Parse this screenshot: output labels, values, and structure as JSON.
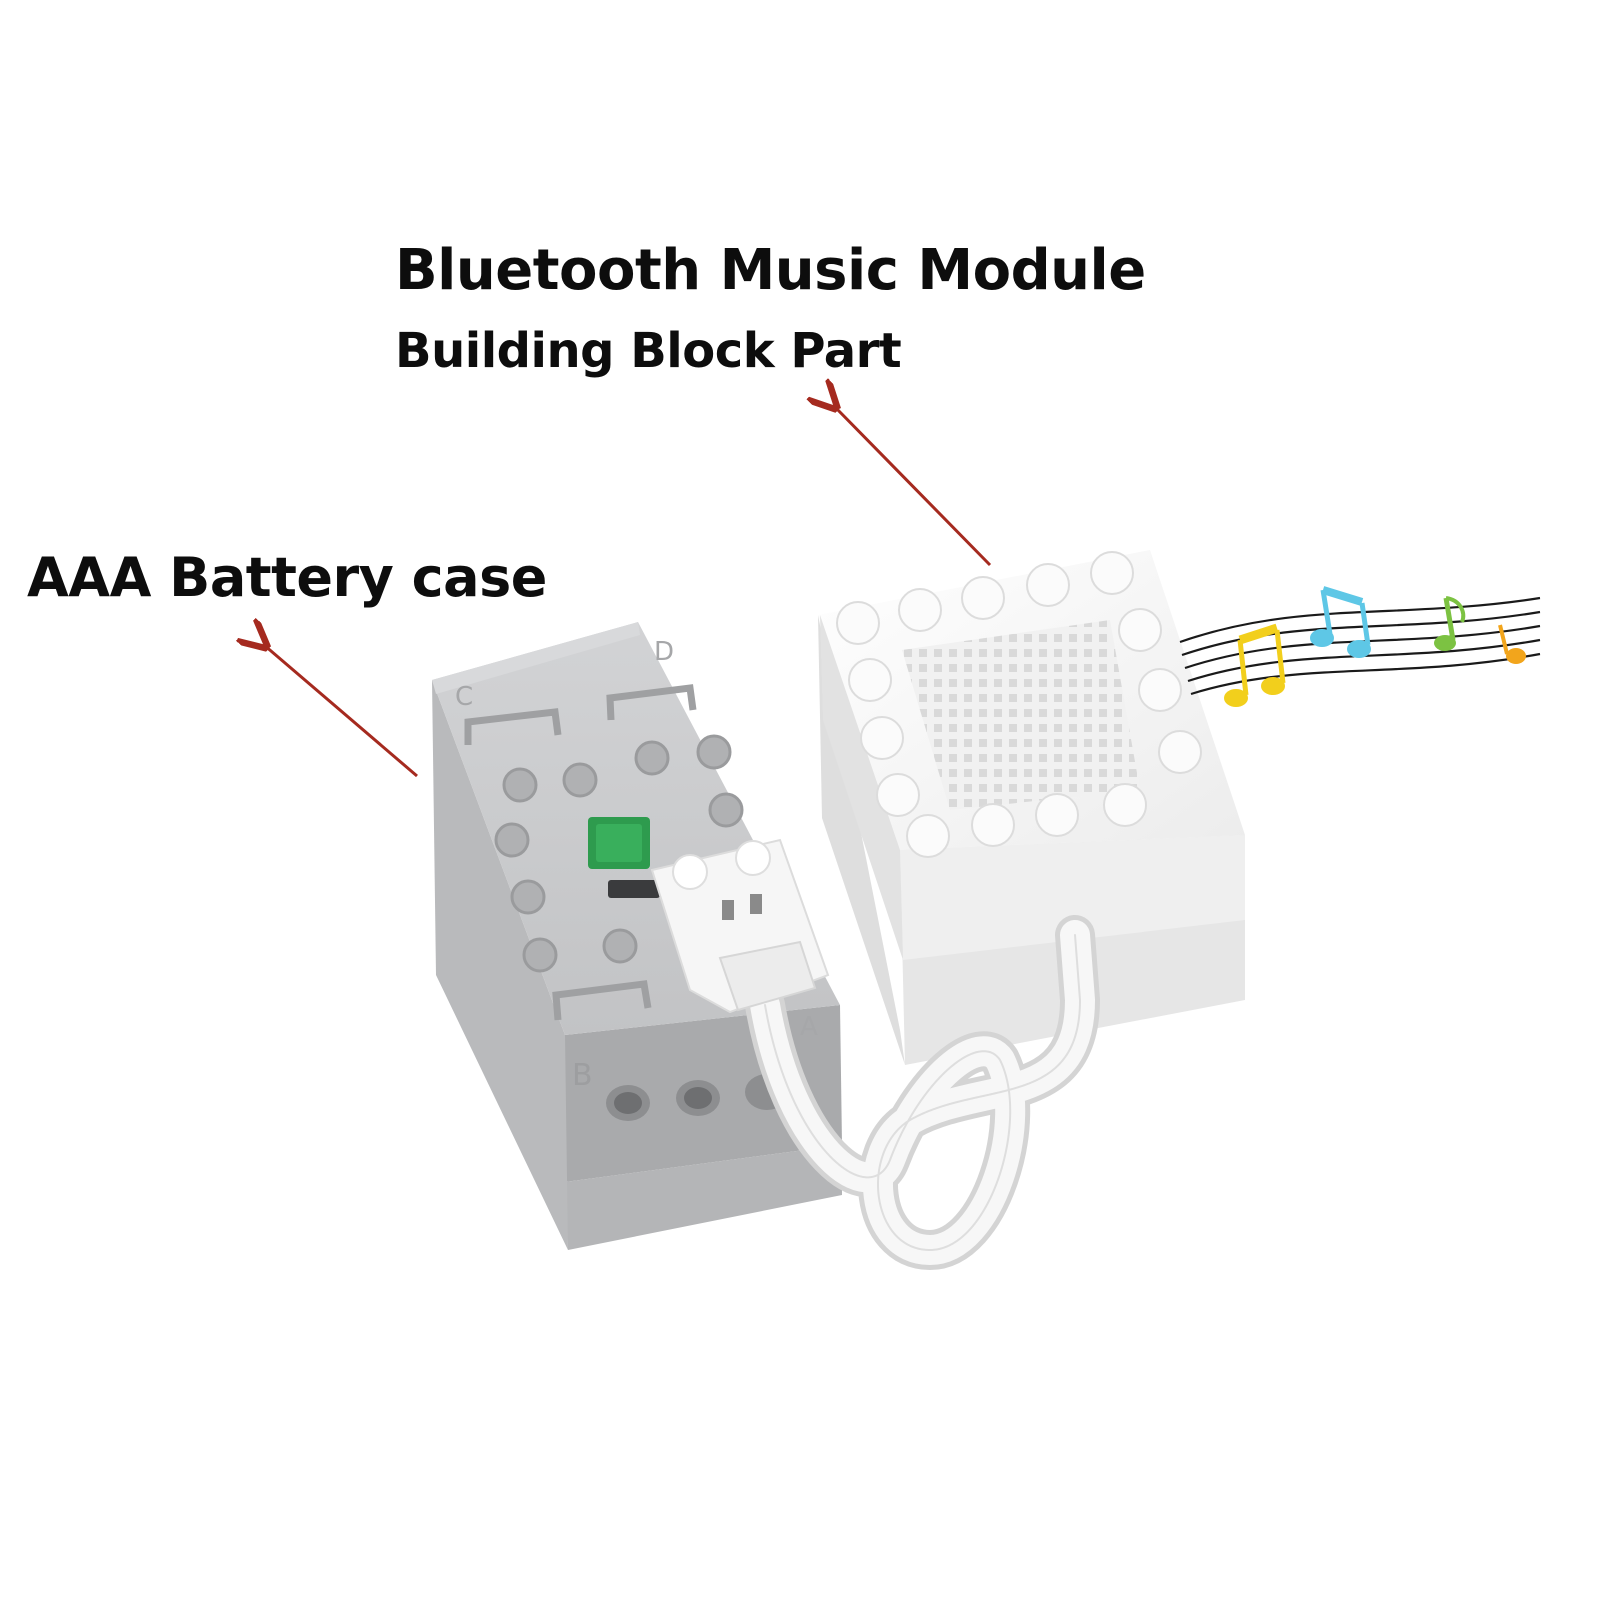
{
  "labels": {
    "module_title": "Bluetooth Music Module",
    "module_subtitle": "Building Block Part",
    "battery_title": "AAA Battery case"
  },
  "product_letters": {
    "a": "A",
    "b": "B",
    "c": "C",
    "d": "D"
  },
  "colors": {
    "text": "#0d0d0d",
    "arrow": "#a52a1f",
    "battery_grey": "#c8c9cb",
    "module_white": "#f4f4f4",
    "led_green": "#2e9b4e",
    "note_yellow": "#f2cf1c",
    "note_cyan": "#5ec7e6",
    "note_green": "#7cc242",
    "note_orange": "#f2a51c"
  }
}
